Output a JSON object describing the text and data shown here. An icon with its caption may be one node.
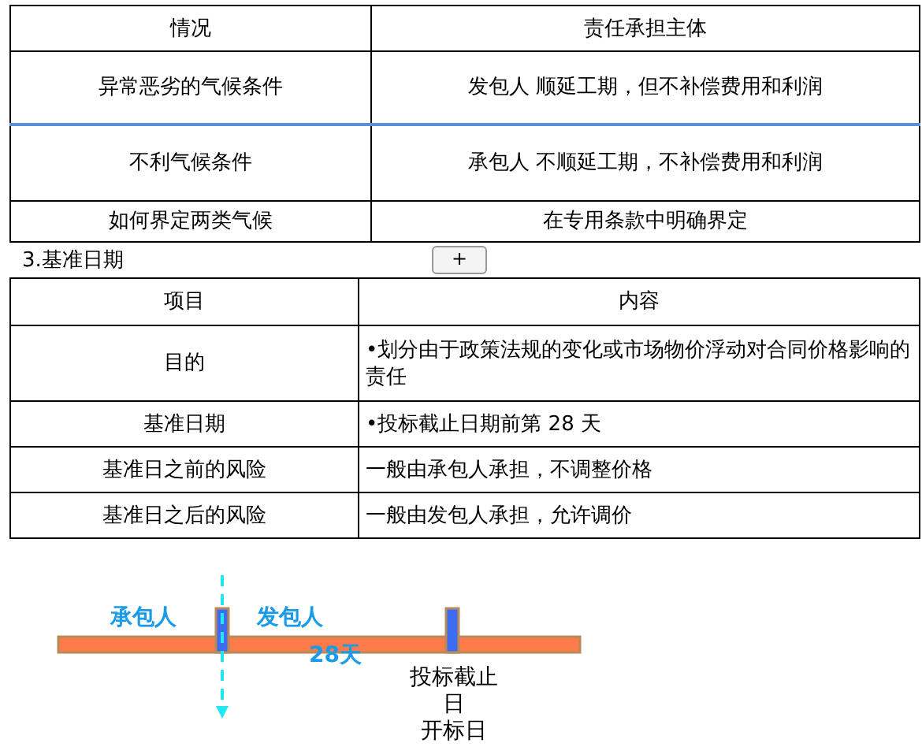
{
  "diagram": {
    "labels": [
      "情况",
      "责任承担主体",
      "异常恶劣的气候条件",
      "发包人 顺延工期，但不补偿费用和利润",
      "不利气候条件",
      "承包人 不顺延工期，不补偿费用和利润",
      "如何界定两类气候",
      "在专用条款中明确界定",
      "3.基准日期",
      "+",
      "项目",
      "内容",
      "目的",
      "•划分由于政策法规的变化或市场物价浮动对合同价格影响的责任",
      "基准日期",
      "•投标截止日期前第 28 天",
      "基准日之前的风险",
      "一般由承包人承担，不调整价格",
      "基准日之后的风险",
      "一般由发包人承担，允许调价",
      "承包人",
      "发包人",
      "28天",
      "投标截止日",
      "开标日"
    ]
  }
}
